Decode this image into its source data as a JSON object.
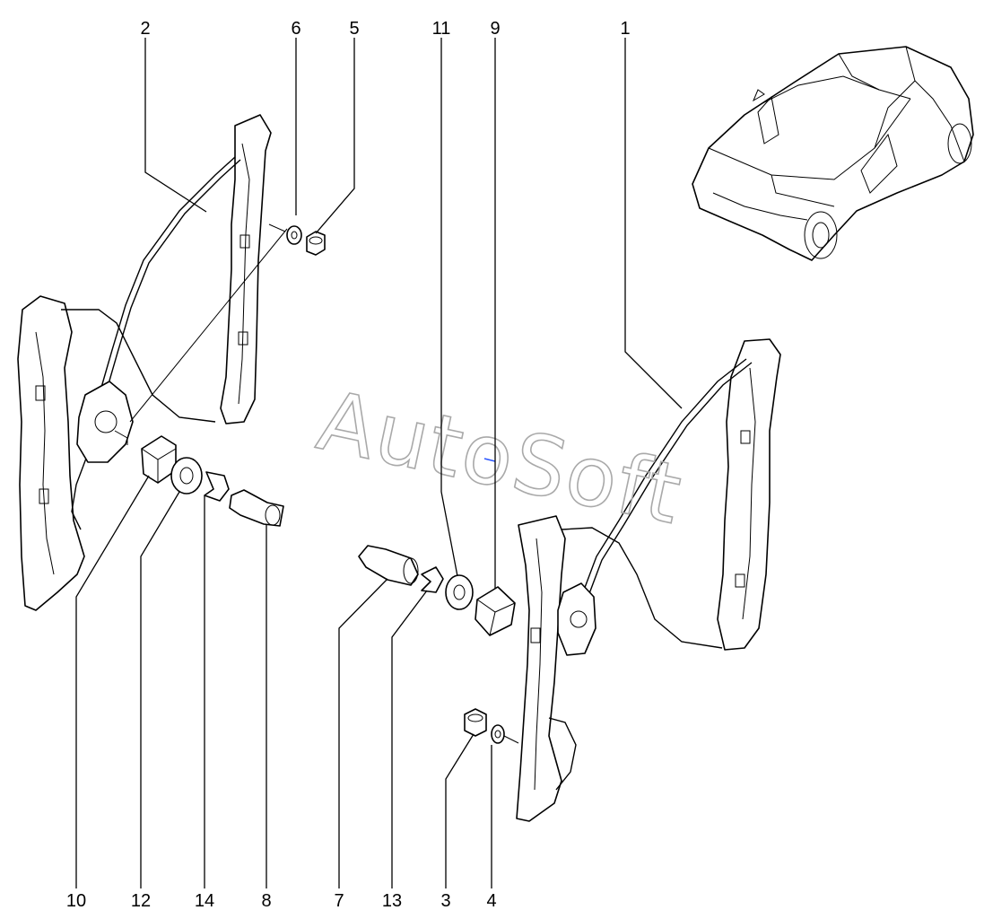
{
  "watermark": "AutoSoft",
  "callouts": [
    "1",
    "2",
    "3",
    "4",
    "5",
    "6",
    "7",
    "8",
    "9",
    "10",
    "11",
    "12",
    "13",
    "14"
  ],
  "colors": {
    "line": "#000000",
    "background": "#ffffff",
    "watermark": "#a9a9a9"
  }
}
